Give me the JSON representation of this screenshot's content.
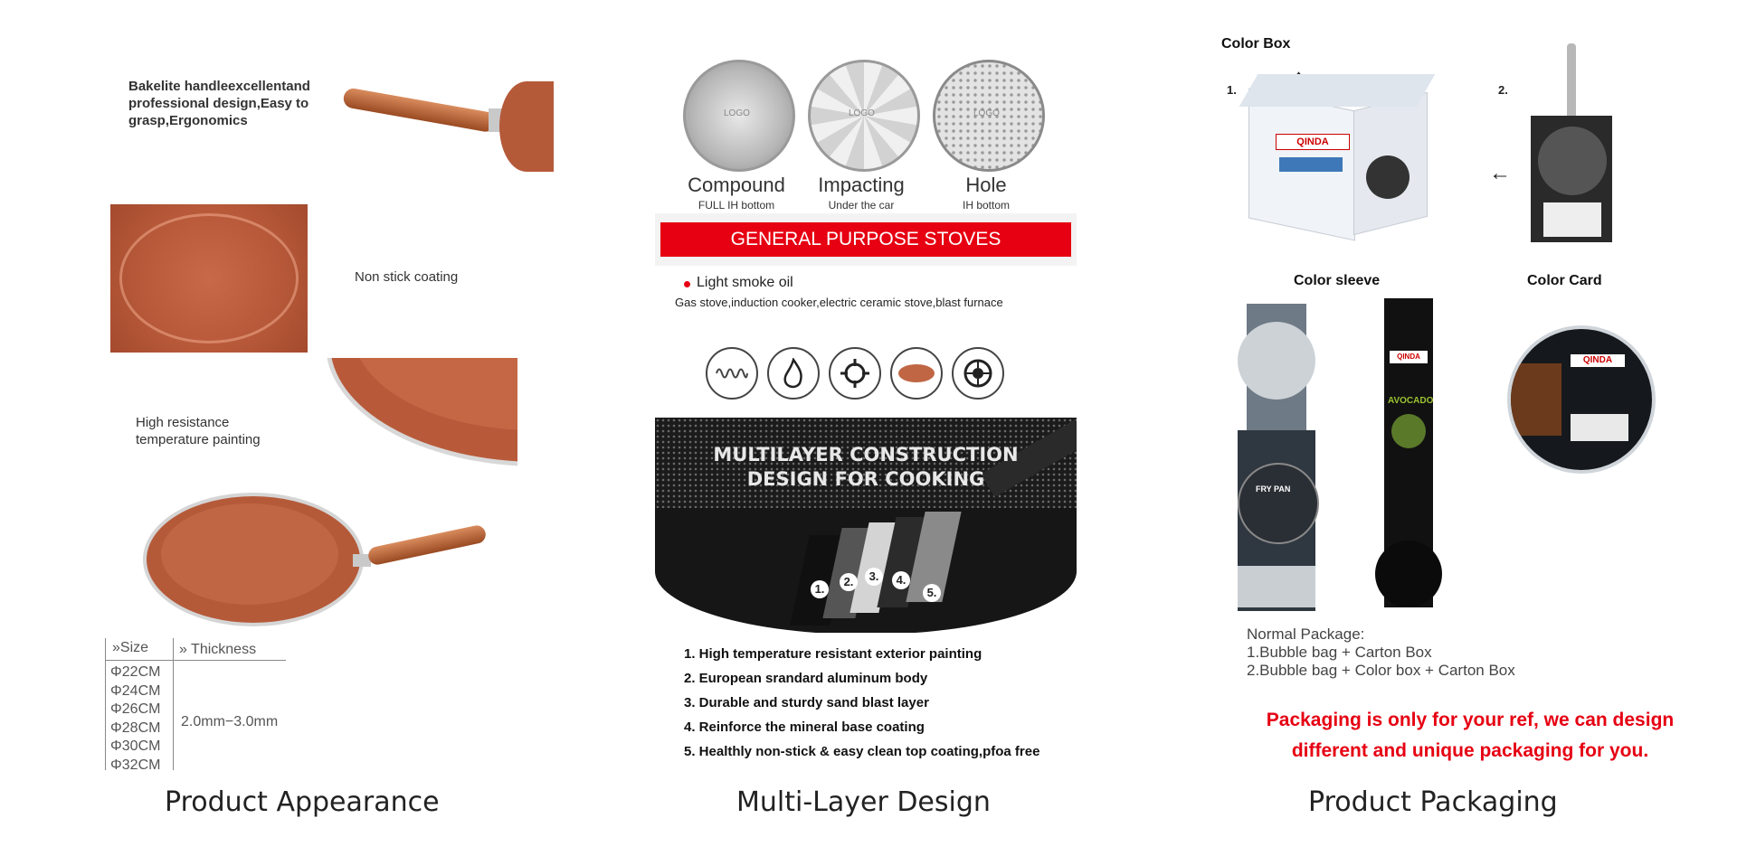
{
  "appearance": {
    "handle_text": [
      "Bakelite handleexcellentand",
      "professional design,Easy to",
      "grasp,Ergonomics"
    ],
    "coating_text": "Non stick coating",
    "painting_text": [
      "High resistance",
      "temperature painting"
    ],
    "table": {
      "header_size": "»Size",
      "header_thickness": "» Thickness",
      "sizes": [
        "Φ22CM",
        "Φ24CM",
        "Φ26CM",
        "Φ28CM",
        "Φ30CM",
        "Φ32CM"
      ],
      "thickness": "2.0mm−3.0mm"
    },
    "caption": "Product Appearance"
  },
  "multilayer": {
    "discs": [
      {
        "label": "Compound",
        "sub": "FULL IH bottom",
        "logo": "LOGO"
      },
      {
        "label": "Impacting",
        "sub": "Under the car",
        "logo": "LOGO"
      },
      {
        "label": "Hole",
        "sub": "IH bottom",
        "logo": "LOGO"
      }
    ],
    "banner": "GENERAL PURPOSE STOVES",
    "oil_text": "Light smoke oil",
    "stoves_text": "Gas stove,induction cooker,electric ceramic stove,blast furnace",
    "stove_icons": [
      "induction-coil-icon",
      "flame-icon",
      "gas-burner-icon",
      "ceramic-plate-icon",
      "hob-ring-icon"
    ],
    "construction_title": [
      "MULTILAYER CONSTRUCTION",
      "DESIGN FOR COOKING"
    ],
    "layer_numbers": [
      "1.",
      "2.",
      "3.",
      "4.",
      "5."
    ],
    "features": [
      "1. High temperature resistant exterior painting",
      "2. European srandard aluminum body",
      "3. Durable and sturdy sand blast layer",
      "4. Reinforce the mineral base coating",
      "5. Healthly non-stick & easy clean top coating,pfoa free"
    ],
    "caption": "Multi-Layer Design"
  },
  "packaging": {
    "color_box": "Color Box",
    "num1": "1.",
    "num2": "2.",
    "color_sleeve": "Color sleeve",
    "color_card": "Color Card",
    "brand": "QINDA",
    "sleeve_labels": [
      "FRY PAN",
      "AVOCADO"
    ],
    "normal_package": "Normal Package:",
    "package_options": [
      "1.Bubble bag + Carton Box",
      "2.Bubble bag + Color box + Carton Box"
    ],
    "red_note": [
      "Packaging is only for your ref, we can design",
      "different and unique packaging for you."
    ],
    "caption": "Product Packaging"
  },
  "colors": {
    "copper": "#b85a3a",
    "banner_red": "#e60012",
    "dark_pan": "#1b1b1b"
  }
}
